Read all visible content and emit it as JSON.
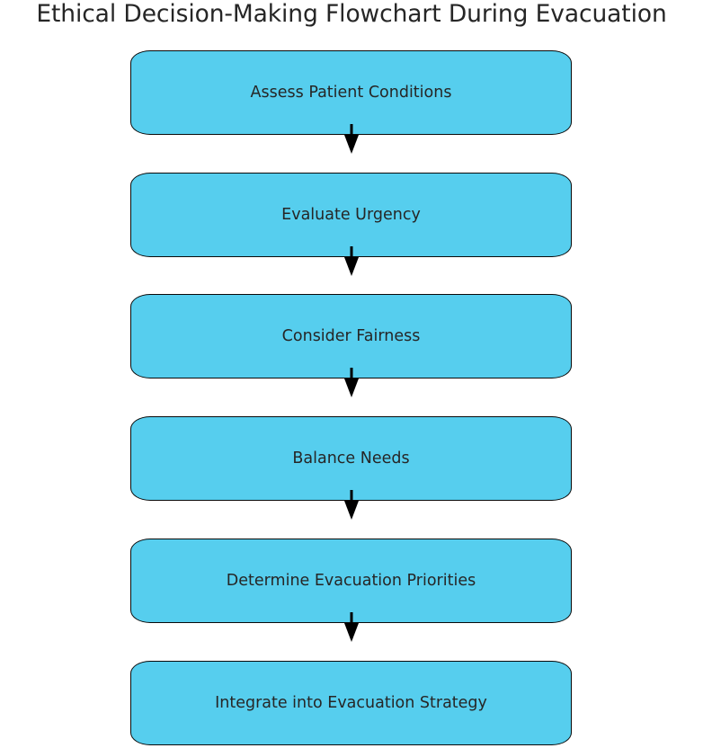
{
  "title": "Ethical Decision-Making Flowchart During Evacuation",
  "steps": [
    {
      "label": "Assess Patient Conditions"
    },
    {
      "label": "Evaluate Urgency"
    },
    {
      "label": "Consider Fairness"
    },
    {
      "label": "Balance Needs"
    },
    {
      "label": "Determine Evacuation Priorities"
    },
    {
      "label": "Integrate into Evacuation Strategy"
    }
  ],
  "colors": {
    "node_fill": "#56ceee",
    "node_border": "#0a0a0a",
    "arrow": "#000000",
    "text": "#262626"
  }
}
